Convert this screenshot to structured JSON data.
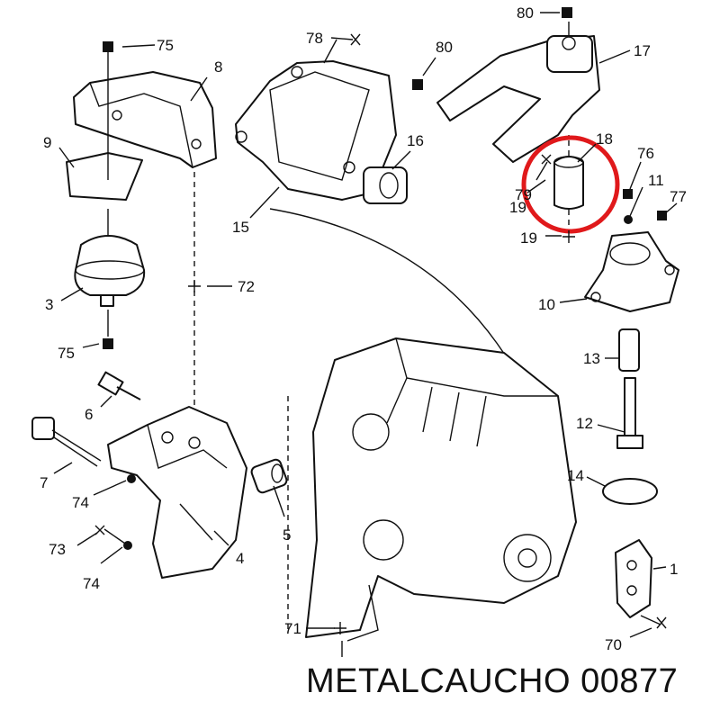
{
  "callouts": [
    {
      "id": "c75a",
      "text": "75",
      "marker": "square"
    },
    {
      "id": "c8",
      "text": "8",
      "marker": "none"
    },
    {
      "id": "c78",
      "text": "78",
      "marker": "cross"
    },
    {
      "id": "c80a",
      "text": "80",
      "marker": "square"
    },
    {
      "id": "c80b",
      "text": "80",
      "marker": "square"
    },
    {
      "id": "c17",
      "text": "17",
      "marker": "none"
    },
    {
      "id": "c9",
      "text": "9",
      "marker": "none"
    },
    {
      "id": "c16",
      "text": "16",
      "marker": "none"
    },
    {
      "id": "c18",
      "text": "18",
      "marker": "none"
    },
    {
      "id": "c76",
      "text": "76",
      "marker": "square"
    },
    {
      "id": "c11",
      "text": "11",
      "marker": "dot"
    },
    {
      "id": "c77",
      "text": "77",
      "marker": "square"
    },
    {
      "id": "c79",
      "text": "79",
      "marker": "cross"
    },
    {
      "id": "c19a",
      "text": "19",
      "marker": "none"
    },
    {
      "id": "c19b",
      "text": "19",
      "marker": "plus"
    },
    {
      "id": "c15",
      "text": "15",
      "marker": "none"
    },
    {
      "id": "c72",
      "text": "72",
      "marker": "plus"
    },
    {
      "id": "c3",
      "text": "3",
      "marker": "none"
    },
    {
      "id": "c10",
      "text": "10",
      "marker": "none"
    },
    {
      "id": "c75b",
      "text": "75",
      "marker": "square"
    },
    {
      "id": "c13",
      "text": "13",
      "marker": "none"
    },
    {
      "id": "c6",
      "text": "6",
      "marker": "none"
    },
    {
      "id": "c12",
      "text": "12",
      "marker": "none"
    },
    {
      "id": "c7",
      "text": "7",
      "marker": "none"
    },
    {
      "id": "c74a",
      "text": "74",
      "marker": "dot"
    },
    {
      "id": "c14",
      "text": "14",
      "marker": "none"
    },
    {
      "id": "c5",
      "text": "5",
      "marker": "none"
    },
    {
      "id": "c73",
      "text": "73",
      "marker": "cross"
    },
    {
      "id": "c74b",
      "text": "74",
      "marker": "dot"
    },
    {
      "id": "c4",
      "text": "4",
      "marker": "none"
    },
    {
      "id": "c1",
      "text": "1",
      "marker": "none"
    },
    {
      "id": "c71",
      "text": "71",
      "marker": "plus"
    },
    {
      "id": "c70",
      "text": "70",
      "marker": "cross"
    }
  ],
  "brand_label": "METALCAUCHO 00877",
  "colors": {
    "line": "#111111",
    "highlight": "#e0191b",
    "background": "#ffffff"
  }
}
